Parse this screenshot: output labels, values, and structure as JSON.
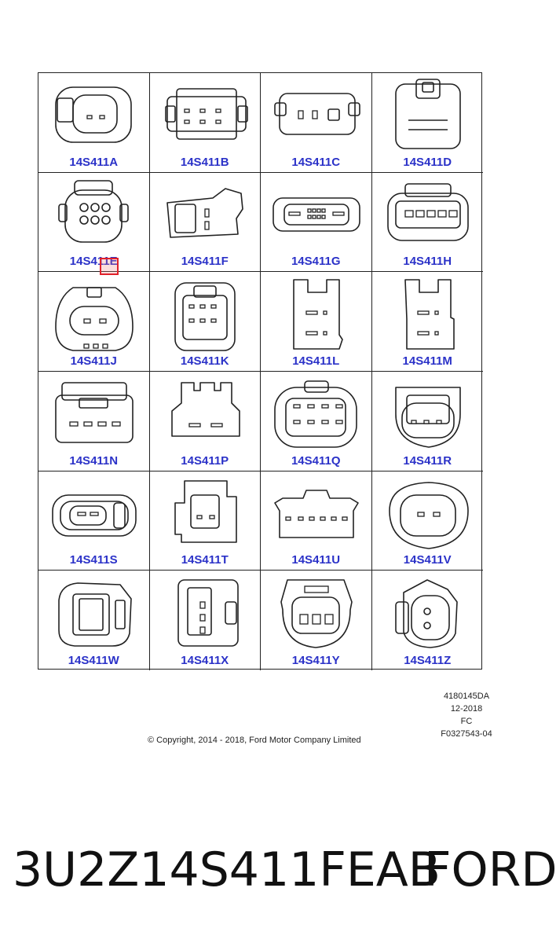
{
  "connectors": [
    {
      "label": "14S411A",
      "icon": "oval-two-pin-icon"
    },
    {
      "label": "14S411B",
      "icon": "latched-six-pin-icon"
    },
    {
      "label": "14S411C",
      "icon": "flat-four-pin-icon"
    },
    {
      "label": "14S411D",
      "icon": "tall-rounded-housing-icon"
    },
    {
      "label": "14S411E",
      "icon": "six-pin-round-icon"
    },
    {
      "label": "14S411F",
      "icon": "two-pin-angled-icon"
    },
    {
      "label": "14S411G",
      "icon": "wide-multi-pin-icon"
    },
    {
      "label": "14S411H",
      "icon": "five-slot-housing-icon"
    },
    {
      "label": "14S411J",
      "icon": "oval-socket-icon"
    },
    {
      "label": "14S411K",
      "icon": "six-pin-square-icon"
    },
    {
      "label": "14S411L",
      "icon": "tall-narrow-housing-icon"
    },
    {
      "label": "14S411M",
      "icon": "tall-step-housing-icon"
    },
    {
      "label": "14S411N",
      "icon": "four-pin-rect-icon"
    },
    {
      "label": "14S411P",
      "icon": "two-pin-t-icon"
    },
    {
      "label": "14S411Q",
      "icon": "eight-pin-round-icon"
    },
    {
      "label": "14S411R",
      "icon": "three-pin-rounded-icon"
    },
    {
      "label": "14S411S",
      "icon": "two-pin-oval-flat-icon"
    },
    {
      "label": "14S411T",
      "icon": "three-pin-block-icon"
    },
    {
      "label": "14S411U",
      "icon": "six-pin-wide-icon"
    },
    {
      "label": "14S411V",
      "icon": "two-pin-round-icon"
    },
    {
      "label": "14S411W",
      "icon": "sealed-box-icon"
    },
    {
      "label": "14S411X",
      "icon": "four-pin-cross-icon"
    },
    {
      "label": "14S411Y",
      "icon": "three-pin-boot-icon"
    },
    {
      "label": "14S411Z",
      "icon": "two-pin-clip-icon"
    }
  ],
  "highlight_label": "14S411E",
  "meta": {
    "code": "4180145DA",
    "date": "12-2018",
    "region": "FC",
    "ref": "F0327543-04"
  },
  "copyright": "© Copyright, 2014 - 2018, Ford Motor Company Limited",
  "part_number": "3U2Z14S411FEAB",
  "brand": "FORD"
}
